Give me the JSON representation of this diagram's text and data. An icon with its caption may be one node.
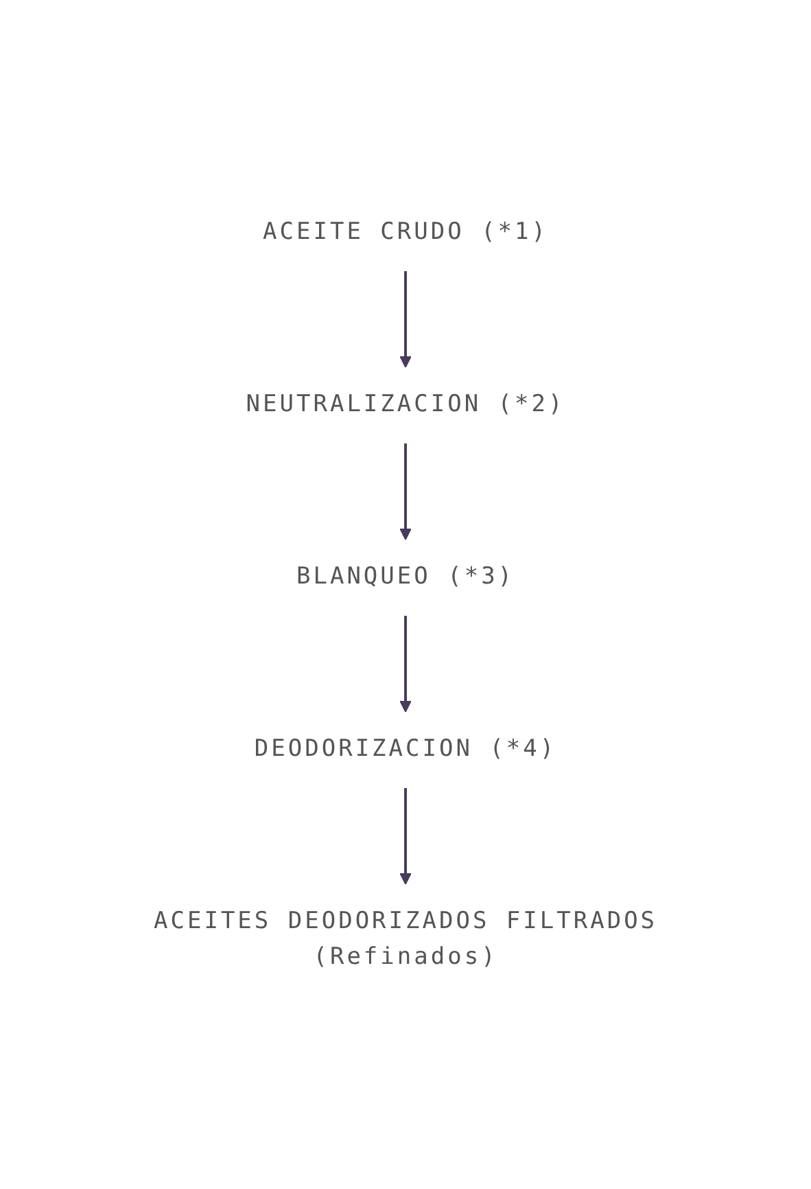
{
  "diagram": {
    "nodes": [
      {
        "text": [
          "ACEITE CRUDO (*1)"
        ]
      },
      {
        "text": [
          "NEUTRALIZACION (*2)"
        ]
      },
      {
        "text": [
          "BLANQUEO (*3)"
        ]
      },
      {
        "text": [
          "DEODORIZACION (*4)"
        ]
      },
      {
        "text": [
          "ACEITES DEODORIZADOS FILTRADOS",
          "(Refinados)"
        ]
      }
    ],
    "edges": [
      {
        "from": 0,
        "to": 1,
        "arrow": "to"
      },
      {
        "from": 1,
        "to": 2,
        "arrow": "to"
      },
      {
        "from": 2,
        "to": 3,
        "arrow": "to"
      },
      {
        "from": 3,
        "to": 4,
        "arrow": "to"
      }
    ]
  }
}
